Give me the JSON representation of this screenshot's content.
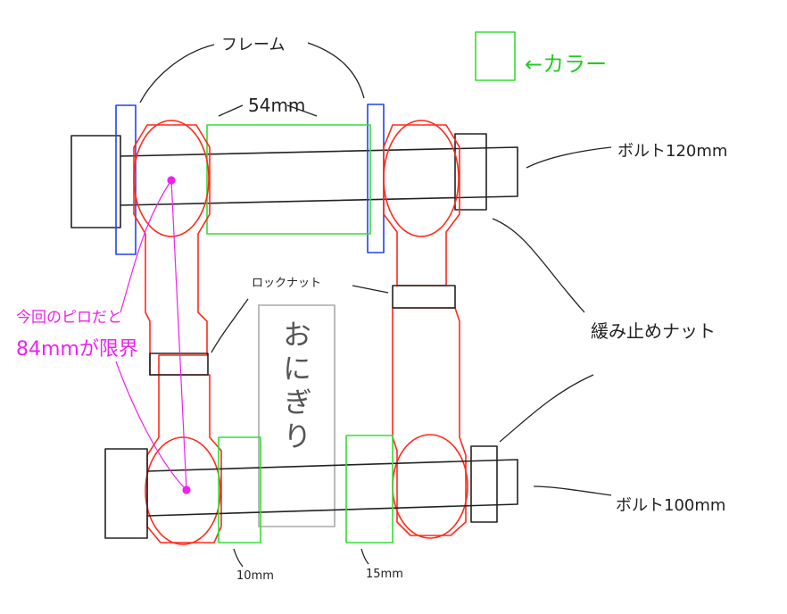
{
  "labels": {
    "frame": "フレーム",
    "collar": "←カラー",
    "collar_width": "54mm",
    "bolt_top": "ボルト120mm",
    "lock_nut": "ロックナット",
    "locking_nut": "緩み止めナット",
    "limit_note_line1": "今回のピロだと",
    "limit_note_line2": "84mmが限界",
    "onigiri": "おにぎり",
    "bolt_bottom": "ボルト100mm",
    "spacer_left": "10mm",
    "spacer_right": "15mm"
  },
  "colors": {
    "rod_end": "#ff2a1a",
    "collar": "#33dd33",
    "frame": "#2244ee",
    "bolt": "#222222",
    "onigiri": "#aaaaaa",
    "note": "#ee22ee"
  }
}
